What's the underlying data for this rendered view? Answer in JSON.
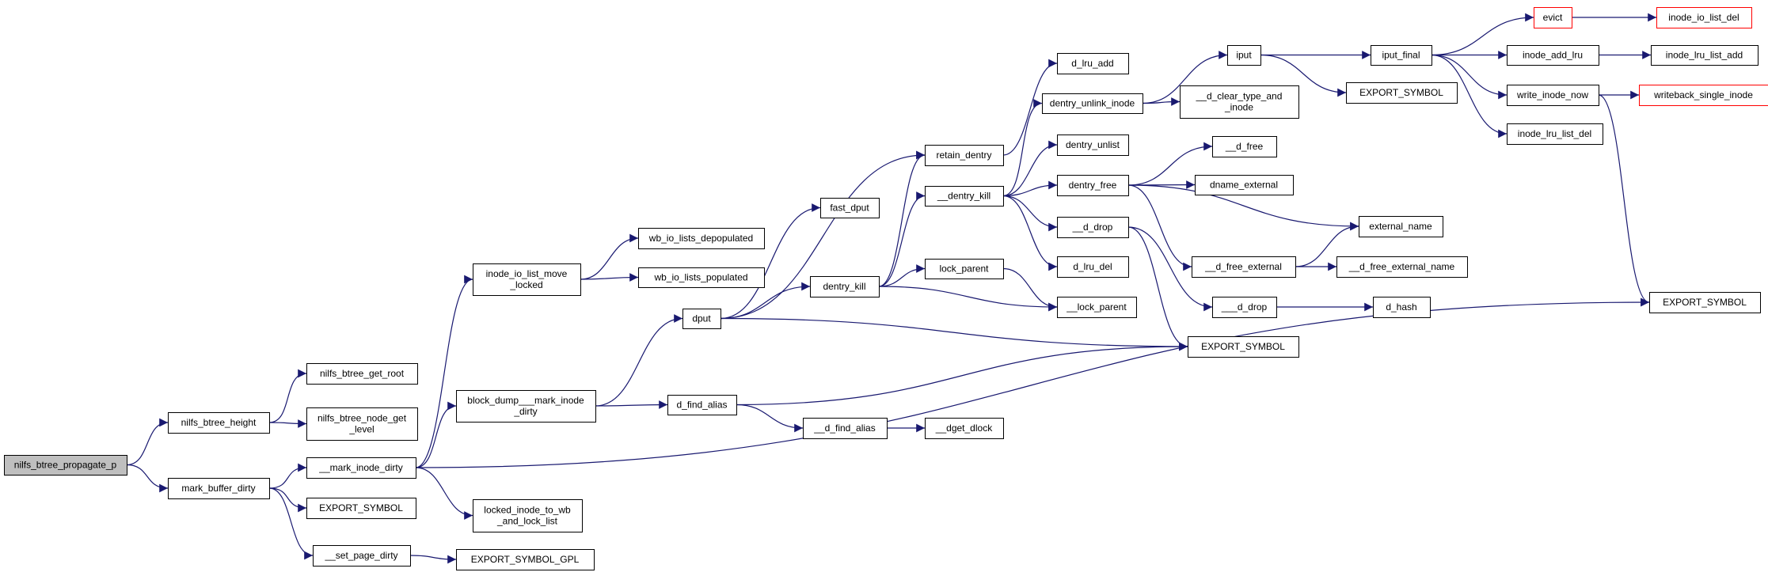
{
  "colors": {
    "edge": "#191970",
    "root_fill": "#bfbfbf",
    "truncated_border": "#ff0000",
    "node_border": "#000000"
  },
  "nodes": {
    "root": [
      "nilfs_btree_propagate_p"
    ],
    "nilfs_btree_height": [
      "nilfs_btree_height"
    ],
    "mark_buffer_dirty": [
      "mark_buffer_dirty"
    ],
    "nilfs_btree_get_root": [
      "nilfs_btree_get_root"
    ],
    "nilfs_btree_node_get_level": [
      "nilfs_btree_node_get",
      "_level"
    ],
    "mark_inode_dirty": [
      "__mark_inode_dirty"
    ],
    "export_symbol_a": [
      "EXPORT_SYMBOL"
    ],
    "set_page_dirty": [
      "__set_page_dirty"
    ],
    "export_symbol_gpl": [
      "EXPORT_SYMBOL_GPL"
    ],
    "inode_io_list_move_locked": [
      "inode_io_list_move",
      "_locked"
    ],
    "block_dump": [
      "block_dump___mark_inode",
      "_dirty"
    ],
    "locked_inode_to_wb": [
      "locked_inode_to_wb",
      "_and_lock_list"
    ],
    "wb_io_lists_depopulated": [
      "wb_io_lists_depopulated"
    ],
    "wb_io_lists_populated": [
      "wb_io_lists_populated"
    ],
    "dput": [
      "dput"
    ],
    "d_find_alias": [
      "d_find_alias"
    ],
    "fast_dput": [
      "fast_dput"
    ],
    "dentry_kill": [
      "dentry_kill"
    ],
    "d_find_alias_inner": [
      "__d_find_alias"
    ],
    "dget_dlock": [
      "__dget_dlock"
    ],
    "retain_dentry": [
      "retain_dentry"
    ],
    "dentry_kill_inner": [
      "__dentry_kill"
    ],
    "lock_parent": [
      "lock_parent"
    ],
    "d_lru_add": [
      "d_lru_add"
    ],
    "dentry_unlink_inode": [
      "dentry_unlink_inode"
    ],
    "dentry_unlist": [
      "dentry_unlist"
    ],
    "dentry_free": [
      "dentry_free"
    ],
    "d_drop": [
      "__d_drop"
    ],
    "d_lru_del": [
      "d_lru_del"
    ],
    "lock_parent_inner": [
      "__lock_parent"
    ],
    "export_symbol_b": [
      "EXPORT_SYMBOL"
    ],
    "iput": [
      "iput"
    ],
    "d_clear_type_and_inode": [
      "__d_clear_type_and",
      "_inode"
    ],
    "d_free": [
      "__d_free"
    ],
    "dname_external": [
      "dname_external"
    ],
    "external_name": [
      "external_name"
    ],
    "d_free_external": [
      "__d_free_external"
    ],
    "d_drop_inner": [
      "___d_drop"
    ],
    "d_free_external_name": [
      "__d_free_external_name"
    ],
    "d_hash": [
      "d_hash"
    ],
    "iput_final": [
      "iput_final"
    ],
    "export_symbol_c": [
      "EXPORT_SYMBOL"
    ],
    "evict": [
      "evict"
    ],
    "inode_add_lru": [
      "inode_add_lru"
    ],
    "write_inode_now": [
      "write_inode_now"
    ],
    "inode_lru_list_del": [
      "inode_lru_list_del"
    ],
    "inode_io_list_del": [
      "inode_io_list_del"
    ],
    "inode_lru_list_add": [
      "inode_lru_list_add"
    ],
    "writeback_single_inode": [
      "writeback_single_inode"
    ],
    "export_symbol_d": [
      "EXPORT_SYMBOL"
    ]
  },
  "edges": [
    [
      "root",
      "nilfs_btree_height"
    ],
    [
      "root",
      "mark_buffer_dirty"
    ],
    [
      "nilfs_btree_height",
      "nilfs_btree_get_root"
    ],
    [
      "nilfs_btree_height",
      "nilfs_btree_node_get_level"
    ],
    [
      "mark_buffer_dirty",
      "mark_inode_dirty"
    ],
    [
      "mark_buffer_dirty",
      "export_symbol_a"
    ],
    [
      "mark_buffer_dirty",
      "set_page_dirty"
    ],
    [
      "set_page_dirty",
      "export_symbol_gpl"
    ],
    [
      "mark_inode_dirty",
      "inode_io_list_move_locked"
    ],
    [
      "mark_inode_dirty",
      "block_dump"
    ],
    [
      "mark_inode_dirty",
      "locked_inode_to_wb"
    ],
    [
      "mark_inode_dirty",
      "export_symbol_d"
    ],
    [
      "inode_io_list_move_locked",
      "wb_io_lists_depopulated"
    ],
    [
      "inode_io_list_move_locked",
      "wb_io_lists_populated"
    ],
    [
      "block_dump",
      "dput"
    ],
    [
      "block_dump",
      "d_find_alias"
    ],
    [
      "dput",
      "fast_dput"
    ],
    [
      "dput",
      "retain_dentry"
    ],
    [
      "dput",
      "dentry_kill"
    ],
    [
      "dput",
      "export_symbol_b"
    ],
    [
      "d_find_alias",
      "d_find_alias_inner"
    ],
    [
      "d_find_alias",
      "export_symbol_b"
    ],
    [
      "d_find_alias_inner",
      "dget_dlock"
    ],
    [
      "dentry_kill",
      "retain_dentry"
    ],
    [
      "dentry_kill",
      "dentry_kill_inner"
    ],
    [
      "dentry_kill",
      "lock_parent"
    ],
    [
      "dentry_kill",
      "lock_parent_inner"
    ],
    [
      "lock_parent",
      "lock_parent_inner"
    ],
    [
      "retain_dentry",
      "d_lru_add"
    ],
    [
      "dentry_kill_inner",
      "dentry_unlink_inode"
    ],
    [
      "dentry_kill_inner",
      "dentry_unlist"
    ],
    [
      "dentry_kill_inner",
      "dentry_free"
    ],
    [
      "dentry_kill_inner",
      "d_drop"
    ],
    [
      "dentry_kill_inner",
      "d_lru_del"
    ],
    [
      "dentry_unlink_inode",
      "iput"
    ],
    [
      "dentry_unlink_inode",
      "d_clear_type_and_inode"
    ],
    [
      "dentry_free",
      "d_free"
    ],
    [
      "dentry_free",
      "dname_external"
    ],
    [
      "dentry_free",
      "external_name"
    ],
    [
      "dentry_free",
      "d_free_external"
    ],
    [
      "d_drop",
      "d_drop_inner"
    ],
    [
      "d_drop",
      "export_symbol_b"
    ],
    [
      "d_free_external",
      "external_name"
    ],
    [
      "d_free_external",
      "d_free_external_name"
    ],
    [
      "d_drop_inner",
      "d_hash"
    ],
    [
      "iput",
      "iput_final"
    ],
    [
      "iput",
      "export_symbol_c"
    ],
    [
      "iput_final",
      "evict"
    ],
    [
      "iput_final",
      "inode_add_lru"
    ],
    [
      "iput_final",
      "write_inode_now"
    ],
    [
      "iput_final",
      "inode_lru_list_del"
    ],
    [
      "evict",
      "inode_io_list_del"
    ],
    [
      "inode_add_lru",
      "inode_lru_list_add"
    ],
    [
      "write_inode_now",
      "writeback_single_inode"
    ],
    [
      "write_inode_now",
      "export_symbol_d"
    ]
  ]
}
